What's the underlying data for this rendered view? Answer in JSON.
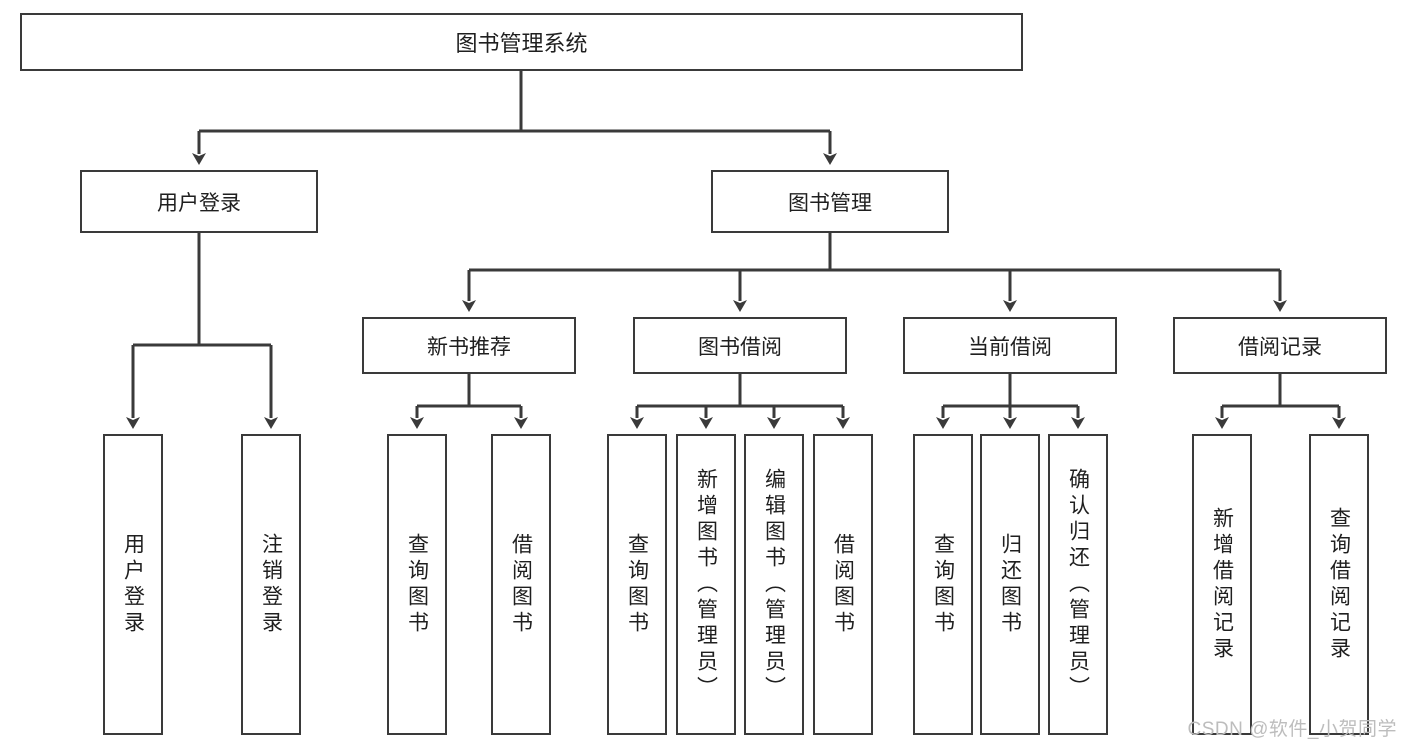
{
  "diagram": {
    "title": "图书管理系统",
    "type": "tree",
    "root": {
      "label": "图书管理系统",
      "children": [
        {
          "label": "用户登录",
          "children": [
            {
              "label": "用户登录"
            },
            {
              "label": "注销登录"
            }
          ]
        },
        {
          "label": "图书管理",
          "children": [
            {
              "label": "新书推荐",
              "children": [
                {
                  "label": "查询图书"
                },
                {
                  "label": "借阅图书"
                }
              ]
            },
            {
              "label": "图书借阅",
              "children": [
                {
                  "label": "查询图书"
                },
                {
                  "label": "新增图书（管理员）"
                },
                {
                  "label": "编辑图书（管理员）"
                },
                {
                  "label": "借阅图书"
                }
              ]
            },
            {
              "label": "当前借阅",
              "children": [
                {
                  "label": "查询图书"
                },
                {
                  "label": "归还图书"
                },
                {
                  "label": "确认归还（管理员）"
                }
              ]
            },
            {
              "label": "借阅记录",
              "children": [
                {
                  "label": "新增借阅记录"
                },
                {
                  "label": "查询借阅记录"
                }
              ]
            }
          ]
        }
      ]
    },
    "colors": {
      "stroke": "#3a3a3a",
      "fill": "#ffffff",
      "text": "#1f1f1f",
      "watermark": "#bdbdbd"
    }
  },
  "nodes": {
    "root": "图书管理系统",
    "user_login": "用户登录",
    "book_mgmt": "图书管理",
    "new_book_rec": "新书推荐",
    "book_borrow": "图书借阅",
    "current_borrow": "当前借阅",
    "borrow_record": "借阅记录",
    "leaf_user_login": "用户登录",
    "leaf_logout": "注销登录",
    "leaf_rec_query": "查询图书",
    "leaf_rec_borrow": "借阅图书",
    "leaf_bb_query": "查询图书",
    "leaf_bb_add": "新增图书（管理员）",
    "leaf_bb_edit": "编辑图书（管理员）",
    "leaf_bb_borrow": "借阅图书",
    "leaf_cb_query": "查询图书",
    "leaf_cb_return": "归还图书",
    "leaf_cb_confirm": "确认归还（管理员）",
    "leaf_br_add": "新增借阅记录",
    "leaf_br_query": "查询借阅记录"
  },
  "watermark": {
    "text": "CSDN @软件_小贺同学"
  }
}
